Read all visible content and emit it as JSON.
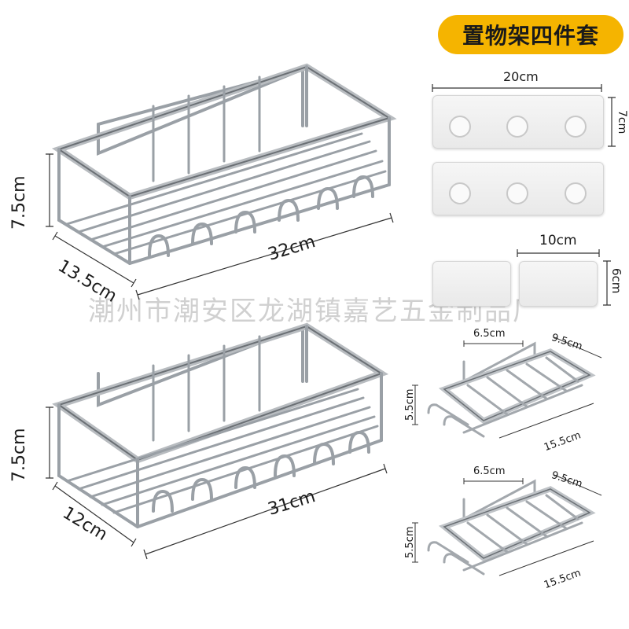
{
  "title_badge": "置物架四件套",
  "watermark": "潮州市潮安区龙湖镇嘉艺五金制品厂",
  "rack_large": {
    "width": "32cm",
    "depth": "13.5cm",
    "height": "7.5cm"
  },
  "rack_medium": {
    "width": "31cm",
    "depth": "12cm",
    "height": "7.5cm"
  },
  "adhesive_large": {
    "width": "20cm",
    "height": "7cm"
  },
  "adhesive_small": {
    "width": "10cm",
    "height": "6cm"
  },
  "soap_dish_1": {
    "top": "6.5cm",
    "depth": "9.5cm",
    "width": "15.5cm",
    "height": "5.5cm"
  },
  "soap_dish_2": {
    "top": "6.5cm",
    "depth": "9.5cm",
    "width": "15.5cm",
    "height": "5.5cm"
  },
  "colors": {
    "badge": "#f5b400",
    "metal": "#9aa0a6",
    "metal_dark": "#6b7075"
  }
}
